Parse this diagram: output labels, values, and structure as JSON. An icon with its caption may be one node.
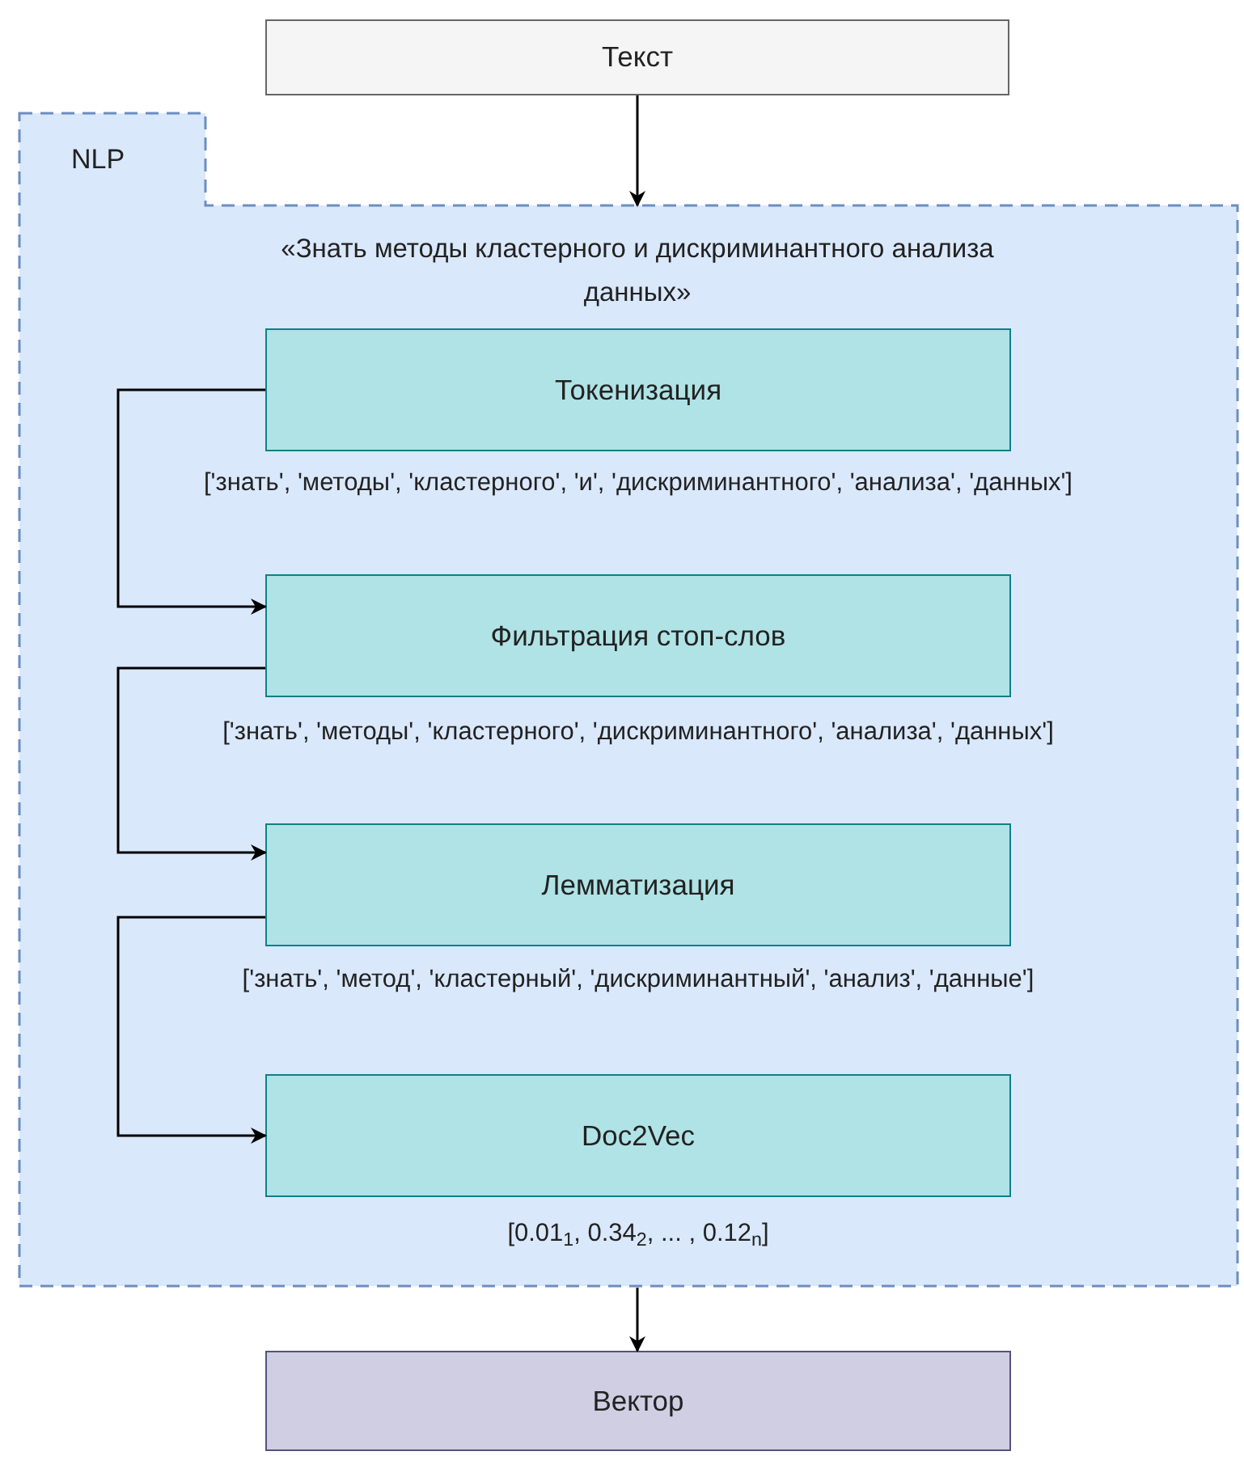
{
  "diagram": {
    "nodes": [
      {
        "text": [
          "Текст"
        ]
      },
      {
        "text": [
          "NLP",
          "«Знать методы кластерного и дискриминантного анализа данных»"
        ]
      },
      {
        "text": [
          "Токенизация"
        ],
        "in": 1,
        "beside": [
          "['знать', 'методы', 'кластерного', 'и', 'дискриминантного', 'анализа', 'данных']"
        ]
      },
      {
        "text": [
          "Фильтрация стоп-слов"
        ],
        "in": 1,
        "beside": [
          "['знать', 'методы', 'кластерного', 'дискриминантного', 'анализа', 'данных']"
        ]
      },
      {
        "text": [
          "Лемматизация"
        ],
        "in": 1,
        "beside": [
          "['знать', 'метод', 'кластерный', 'дискриминантный', 'анализ', 'данные']"
        ]
      },
      {
        "text": [
          "Doc2Vec"
        ],
        "in": 1,
        "beside": [
          "[0.01$_{1}$, 0.34$_{2}$, ... , 0.12$_{n}$]"
        ]
      },
      {
        "text": [
          "Вектор"
        ]
      }
    ],
    "edges": [
      {
        "from": 0,
        "to": 1,
        "arrow": "to"
      },
      {
        "from": 2,
        "to": 3,
        "arrow": "to"
      },
      {
        "from": 3,
        "to": 4,
        "arrow": "to"
      },
      {
        "from": 4,
        "to": 5,
        "arrow": "to"
      },
      {
        "from": 1,
        "to": 6,
        "arrow": "to"
      }
    ]
  }
}
